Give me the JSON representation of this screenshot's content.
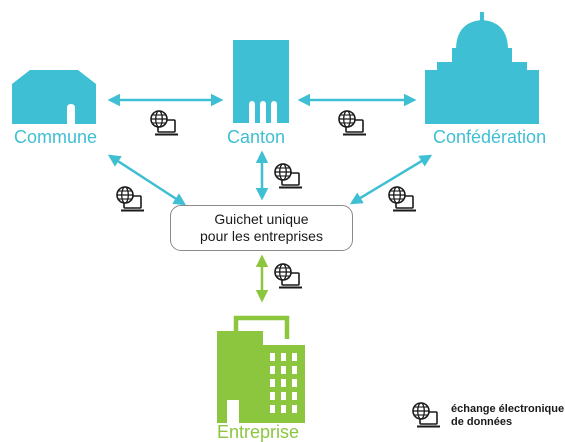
{
  "nodes": {
    "commune": "Commune",
    "canton": "Canton",
    "confederation": "Confédération",
    "entreprise": "Entreprise"
  },
  "hub": {
    "line1": "Guichet unique",
    "line2": "pour les entreprises"
  },
  "legend": {
    "line1": "échange électronique",
    "line2": "de données",
    "icon": "globe-computer-icon"
  },
  "colors": {
    "government": "#3fbfd3",
    "enterprise": "#8cc63f",
    "box_border": "#8a8a8a",
    "icon": "#1a1a1a"
  }
}
